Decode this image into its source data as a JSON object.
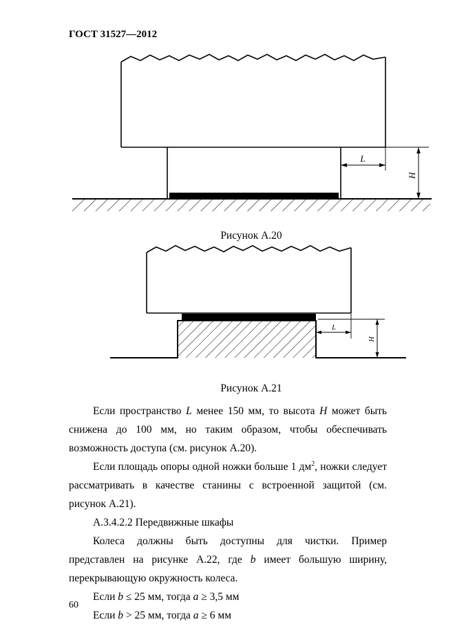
{
  "page": {
    "header": "ГОСТ 31527—2012",
    "page_number": "60"
  },
  "figure20": {
    "caption": "Рисунок А.20",
    "dim_l": "L",
    "dim_h": "H"
  },
  "figure21": {
    "caption": "Рисунок А.21",
    "dim_l": "L",
    "dim_h": "H"
  },
  "paragraphs": {
    "p1": {
      "r1": "Если пространство ",
      "r2": "L",
      "r3": " менее 150 мм, то высота ",
      "r4": "H",
      "r5": " может быть снижена до 100 мм, но таким образом, чтобы обеспечивать возможность доступа (см. рисунок А.20)."
    },
    "p2": {
      "r1": "Если площадь опоры одной ножки больше 1 дм",
      "sup": "2",
      "r2": ", ножки следует рассматривать в качестве станины с встроенной защитой (см. рисунок А.21)."
    },
    "p3": "А.3.4.2.2 Передвижные шкафы",
    "p4": {
      "r1": "Колеса должны быть доступны для чистки. Пример представлен на рисунке А.22, где ",
      "r2": "b",
      "r3": " имеет большую ширину, перекрывающую окружность колеса."
    },
    "p5": {
      "r1": "Если ",
      "r2": "b",
      "r3": " ≤ 25 мм, тогда ",
      "r4": "a",
      "r5": " ≥ 3,5 мм"
    },
    "p6": {
      "r1": "Если ",
      "r2": "b",
      "r3": " > 25 мм, тогда ",
      "r4": "a",
      "r5": " ≥ 6 мм"
    }
  }
}
